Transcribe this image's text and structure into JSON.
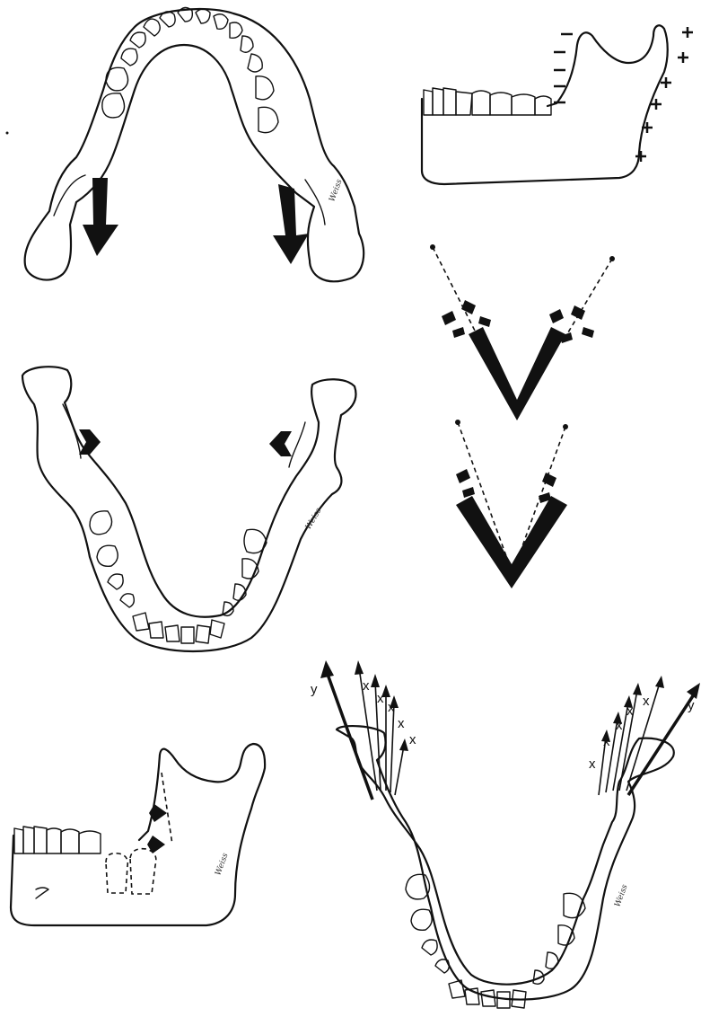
{
  "panels": {
    "bottom_right": {
      "left_labels": [
        "y",
        "x",
        "x",
        "x",
        "x",
        "x"
      ],
      "right_labels": [
        "x",
        "x",
        "x",
        "x",
        "x",
        "y"
      ]
    }
  },
  "artist_signature": "Weiss",
  "icons": [
    "mandible-occlusal-view",
    "mandible-lateral-view",
    "force-arrow",
    "v-diagram"
  ]
}
